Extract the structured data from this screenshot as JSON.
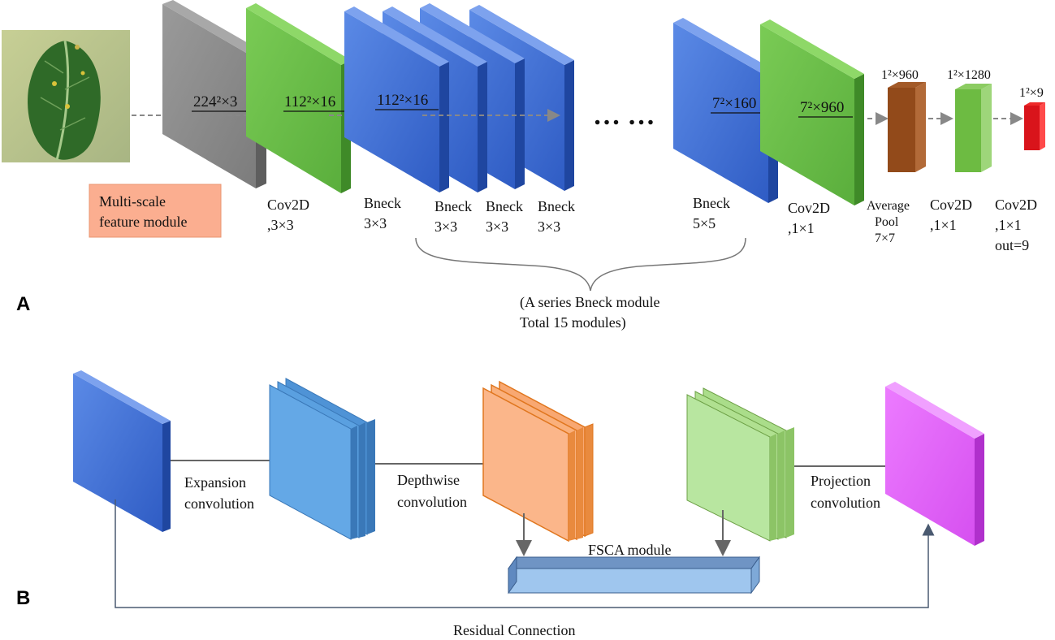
{
  "panel_a": {
    "letter": "A",
    "multiscale_label": [
      "Multi-scale",
      "feature module"
    ],
    "dims": {
      "input": "224²×3",
      "cov1": "112²×16",
      "bneck1": "112²×16",
      "bneck_last": "7²×160",
      "cov2": "7²×960",
      "avgpool": "1²×960",
      "cov3": "1²×1280",
      "cov4": "1²×9"
    },
    "ellipsis": "… …",
    "labels": {
      "cov1": [
        "Cov2D",
        ",3×3"
      ],
      "bneck1": [
        "Bneck",
        "3×3"
      ],
      "bneck2": [
        "Bneck",
        "3×3"
      ],
      "bneck3": [
        "Bneck",
        "3×3"
      ],
      "bneck4": [
        "Bneck",
        "3×3"
      ],
      "bneck_last": [
        "Bneck",
        "5×5"
      ],
      "cov2": [
        "Cov2D",
        ",1×1"
      ],
      "avgpool": [
        "Average",
        "Pool",
        "7×7"
      ],
      "cov3": [
        "Cov2D",
        ",1×1"
      ],
      "cov4": [
        "Cov2D",
        ",1×1",
        "out=9"
      ]
    },
    "brace_note": [
      "(A series Bneck module",
      "Total 15 modules)"
    ]
  },
  "panel_b": {
    "letter": "B",
    "expansion": [
      "Expansion",
      "convolution"
    ],
    "depthwise": [
      "Depthwise",
      "convolution"
    ],
    "projection": [
      "Projection",
      "convolution"
    ],
    "fsca": "FSCA module",
    "residual": "Residual Connection"
  },
  "colors": {
    "gray": "#8c8c8c",
    "green": "#6abf4b",
    "blue": "#4a78d8",
    "brown": "#8b4513",
    "light_green": "#8ccc62",
    "red": "#d9141b",
    "orange": "#fbb68a",
    "light_blue": "#5fa3e0",
    "pale_green": "#b5e39a",
    "magenta": "#e05ef5",
    "salmon": "#fbae90"
  }
}
